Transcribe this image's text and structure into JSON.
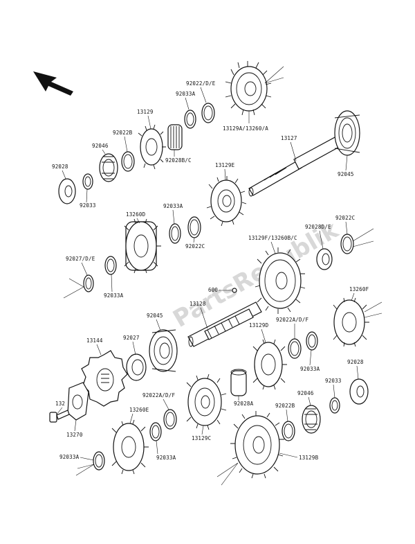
{
  "diagram": {
    "watermark": "PartsRepublik",
    "labels": {
      "l92022DE_top": "92022/D/E",
      "l92033A_top": "92033A",
      "l13129": "13129",
      "l92022B_top": "92022B",
      "l92046_top": "92046",
      "l92028_left": "92028",
      "l92033_left": "92033",
      "l92028BC": "92028B/C",
      "l13129A": "13129A/13260/A",
      "l13127": "13127",
      "l92045_right": "92045",
      "l13129E": "13129E",
      "l13260D": "13260D",
      "l92033A_mid": "92033A",
      "l92022C_mid": "92022C",
      "l92027DE": "92027/D/E",
      "l92033A_left": "92033A",
      "l92028DE": "92028D/E",
      "l92022C_right": "92022C",
      "l13129F": "13129F/13260B/C",
      "l600": "600",
      "l13128": "13128",
      "l13260F": "13260F",
      "l92045_mid": "92045",
      "l92027": "92027",
      "l13144": "13144",
      "l13129D": "13129D",
      "l92022AF_right": "92022A/D/F",
      "l92033A_r2": "92033A",
      "l92028_right": "92028",
      "l92033_right": "92033",
      "l92046_bot": "92046",
      "l92022B_bot": "92022B",
      "l92028A": "92028A",
      "l13129C": "13129C",
      "l92022ADF": "92022A/D/F",
      "l13260E": "13260E",
      "l132": "132",
      "l13270": "13270",
      "l92033A_bl": "92033A",
      "l92033A_bc": "92033A",
      "l13129B": "13129B"
    }
  }
}
